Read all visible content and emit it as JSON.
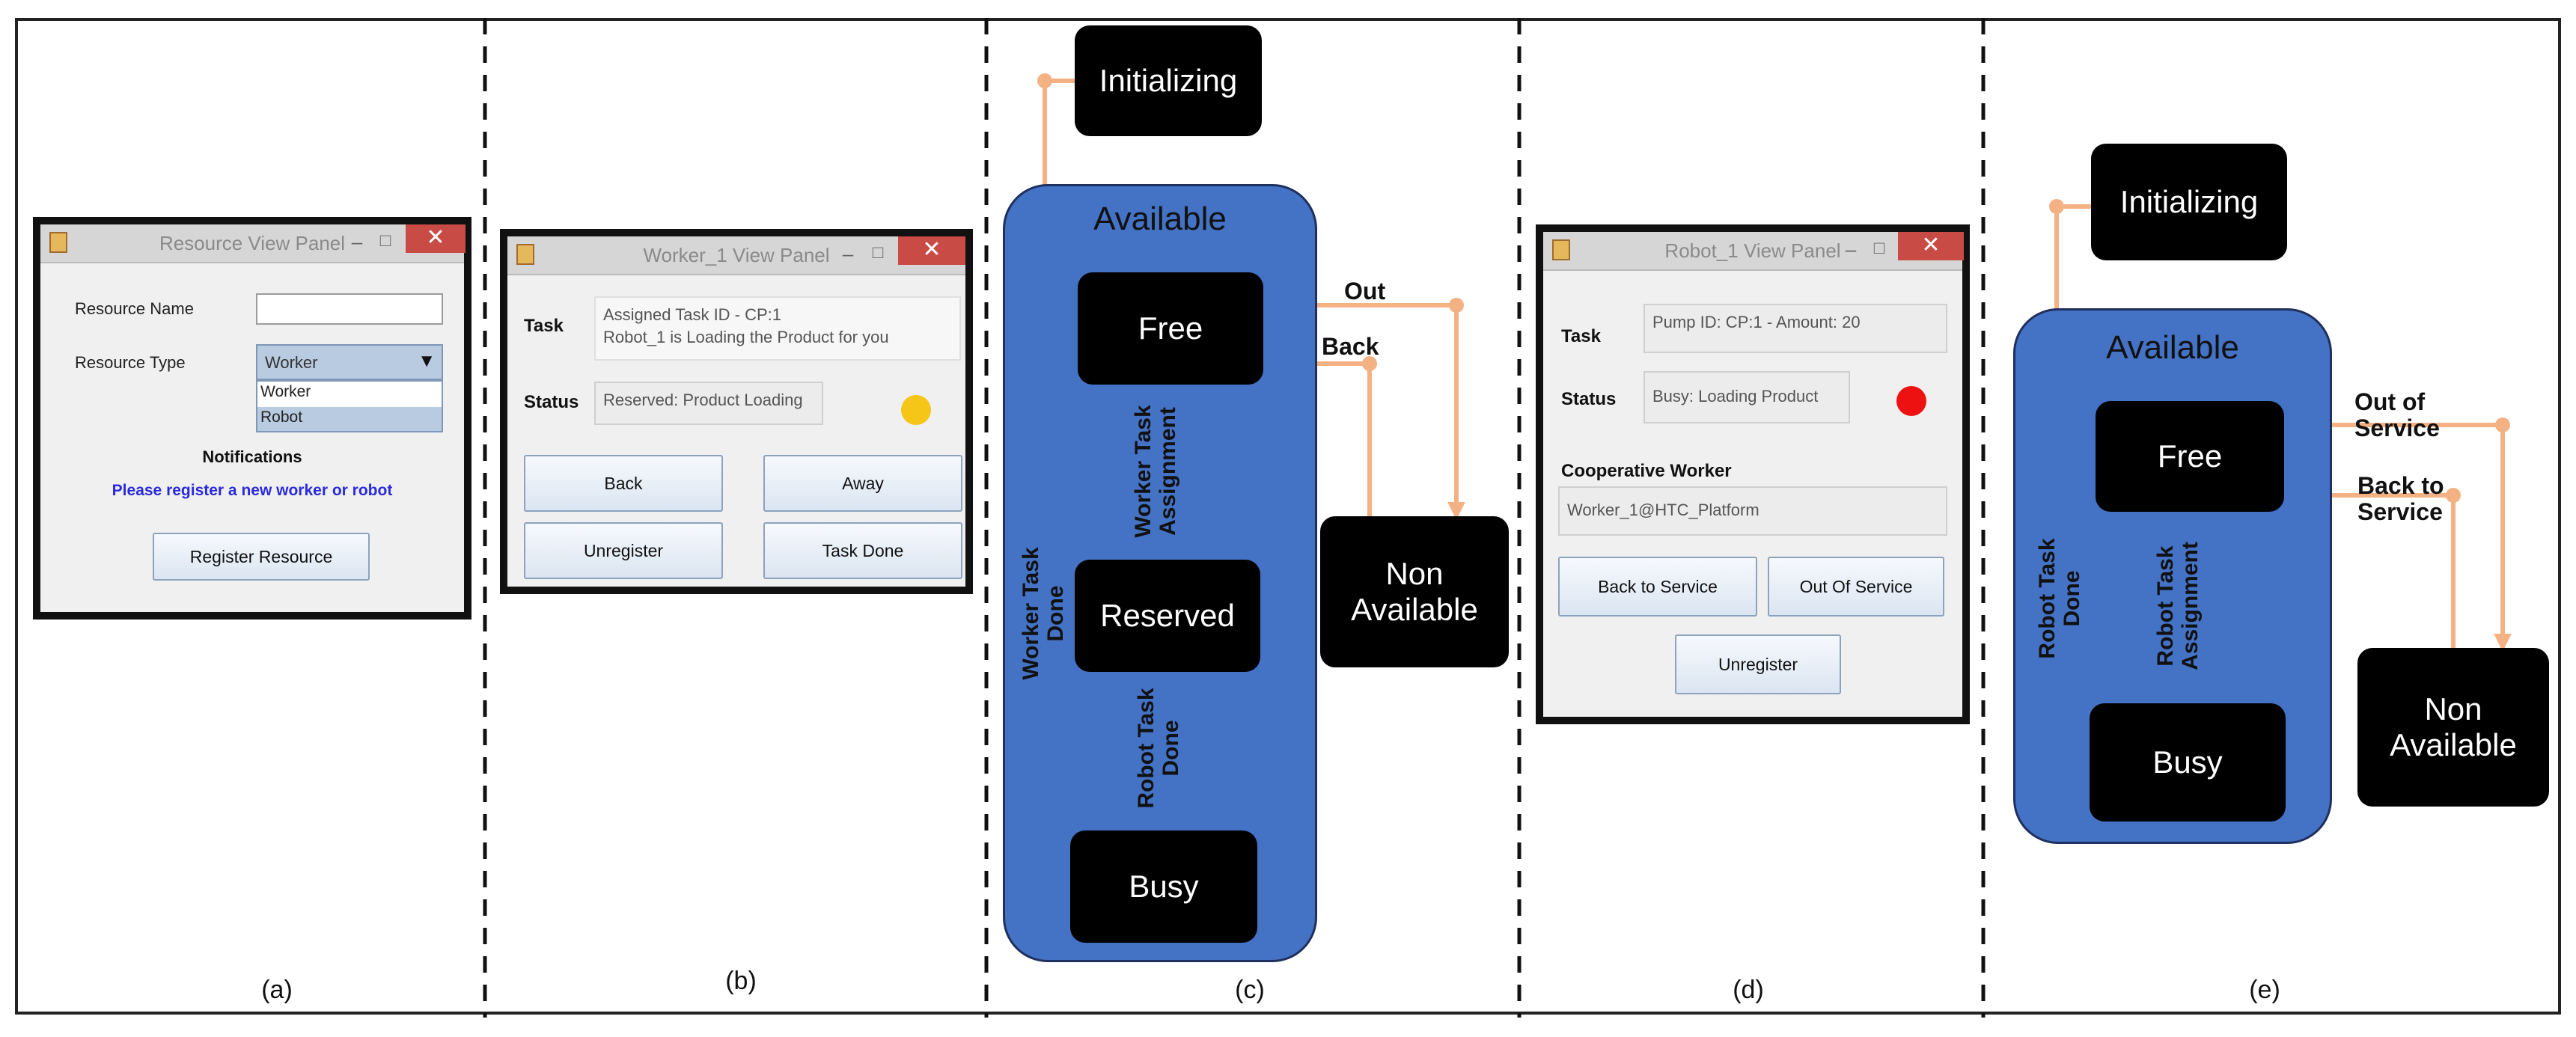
{
  "panel_labels": [
    "(a)",
    "(b)",
    "(c)",
    "(d)",
    "(e)"
  ],
  "window_a": {
    "title": "Resource View Panel",
    "close_glyph": "✕",
    "resource_name_label": "Resource Name",
    "resource_name_value": "",
    "resource_type_label": "Resource Type",
    "resource_type_selected": "Worker",
    "options": [
      "Worker",
      "Robot"
    ],
    "notifications_label": "Notifications",
    "notification_text": "Please register a new worker or robot",
    "register_button": "Register Resource"
  },
  "window_b": {
    "title": "Worker_1 View Panel",
    "close_glyph": "✕",
    "task_label": "Task",
    "task_line1": "Assigned Task ID - CP:1",
    "task_line2": "Robot_1 is Loading the Product for you",
    "status_label": "Status",
    "status_value": "Reserved: Product Loading",
    "status_color": "#f5c518",
    "buttons": [
      "Back",
      "Away",
      "Unregister",
      "Task Done"
    ]
  },
  "window_d": {
    "title": "Robot_1 View Panel",
    "close_glyph": "✕",
    "task_label": "Task",
    "task_value": "Pump ID: CP:1 - Amount: 20",
    "status_label": "Status",
    "status_value": "Busy: Loading Product",
    "status_color": "#ee1111",
    "coop_label": "Cooperative Worker",
    "coop_value": "Worker_1@HTC_Platform",
    "buttons": [
      "Back to Service",
      "Out Of Service",
      "Unregister"
    ]
  },
  "diagram_c": {
    "group_label": "Available",
    "states": {
      "initializing": "Initializing",
      "free": "Free",
      "reserved": "Reserved",
      "busy": "Busy",
      "non_available": "Non\nAvailable"
    },
    "edges": {
      "out": "Out",
      "back": "Back",
      "assignment": "Worker Task\nAssignment",
      "robot_done": "Robot Task\nDone",
      "worker_done": "Worker Task\nDone"
    }
  },
  "diagram_e": {
    "group_label": "Available",
    "states": {
      "initializing": "Initializing",
      "free": "Free",
      "busy": "Busy",
      "non_available": "Non\nAvailable"
    },
    "edges": {
      "out": "Out of\nService",
      "back": "Back to\nService",
      "assignment": "Robot Task\nAssignment",
      "done": "Robot Task\nDone"
    }
  },
  "colors": {
    "arrow": "#f4b183",
    "available": "#4472c4",
    "state": "#000000"
  }
}
